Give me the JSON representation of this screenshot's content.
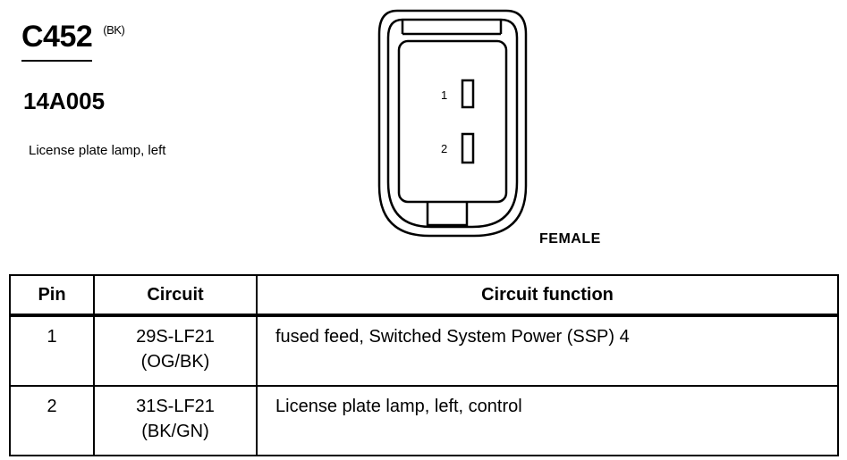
{
  "connector": {
    "id": "C452",
    "color_code": "(BK)",
    "part_number": "14A005",
    "description": "License plate lamp, left",
    "view": "FEMALE",
    "pin_labels": [
      "1",
      "2"
    ]
  },
  "table": {
    "headers": [
      "Pin",
      "Circuit",
      "Circuit function"
    ],
    "rows": [
      {
        "pin": "1",
        "circuit": "29S-LF21",
        "wire_color": "(OG/BK)",
        "function": "fused feed, Switched System Power (SSP) 4"
      },
      {
        "pin": "2",
        "circuit": "31S-LF21",
        "wire_color": "(BK/GN)",
        "function": "License plate lamp, left, control"
      }
    ]
  }
}
